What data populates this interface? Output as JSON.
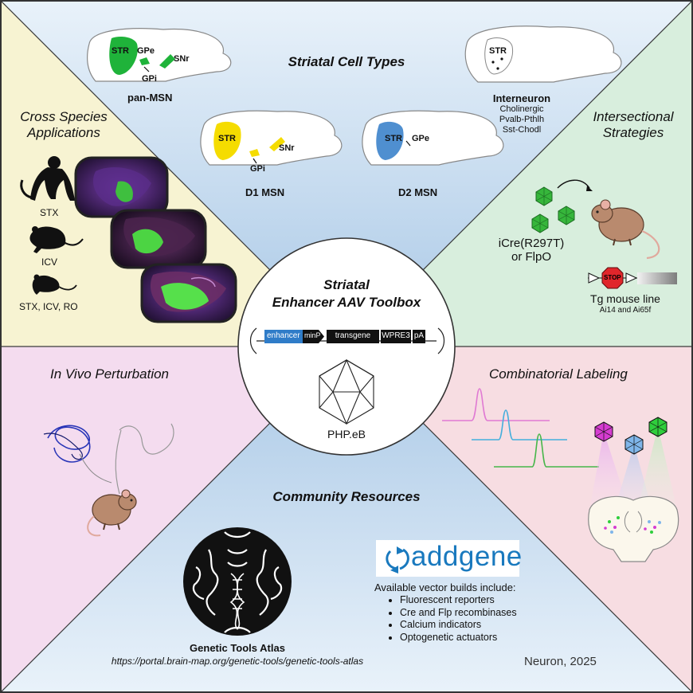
{
  "center": {
    "title_line1": "Striatal",
    "title_line2": "Enhancer AAV Toolbox",
    "construct": [
      "enhancer",
      "minP",
      "transgene",
      "WPRE3",
      "pA"
    ],
    "capsid": "PHP.eB"
  },
  "striatal_cell_types": {
    "heading": "Striatal Cell Types",
    "pan_msn": {
      "label": "pan-MSN",
      "regions": [
        "STR",
        "GPe",
        "SNr",
        "GPi"
      ]
    },
    "d1_msn": {
      "label": "D1 MSN",
      "regions": [
        "STR",
        "SNr",
        "GPi"
      ]
    },
    "d2_msn": {
      "label": "D2 MSN",
      "regions": [
        "STR",
        "GPe"
      ]
    },
    "interneuron": {
      "label": "Interneuron",
      "region": "STR",
      "types": [
        "Cholinergic",
        "Pvalb-Pthlh",
        "Sst-Chodl"
      ]
    }
  },
  "cross_species": {
    "heading_line1": "Cross Species",
    "heading_line2": "Applications",
    "routes": [
      "STX",
      "ICV",
      "STX, ICV, RO"
    ]
  },
  "intersectional": {
    "heading_line1": "Intersectional",
    "heading_line2": "Strategies",
    "recombinase_line1": "iCre(R297T)",
    "recombinase_line2": "or FlpO",
    "stop_label": "STOP",
    "tg_line": "Tg mouse line",
    "tg_examples": "Ai14 and Ai65f"
  },
  "in_vivo": {
    "heading": "In Vivo Perturbation"
  },
  "combinatorial": {
    "heading": "Combinatorial Labeling"
  },
  "community": {
    "heading": "Community Resources",
    "atlas_title": "Genetic Tools Atlas",
    "atlas_url": "https://portal.brain-map.org/genetic-tools/genetic-tools-atlas",
    "addgene_logo": "addgene",
    "builds_heading": "Available vector builds include:",
    "builds": [
      "Fluorescent reporters",
      "Cre and Flp recombinases",
      "Calcium indicators",
      "Optogenetic actuators"
    ]
  },
  "citation": "Neuron, 2025",
  "colors": {
    "top_bg": "#c9dcef",
    "left_bg": "#f7f3d2",
    "right_bg": "#d8eedd",
    "bl_bg": "#f4dcef",
    "br_bg": "#f7dde2",
    "bottom_bg": "#c3d8ee",
    "msn_green": "#1fb33a",
    "d1_yellow": "#f5dc00",
    "d2_blue": "#4f8fd0",
    "enhancer_blue": "#2f7cc8",
    "stop_red": "#e0262b",
    "mouse_brown": "#b98a6e"
  }
}
